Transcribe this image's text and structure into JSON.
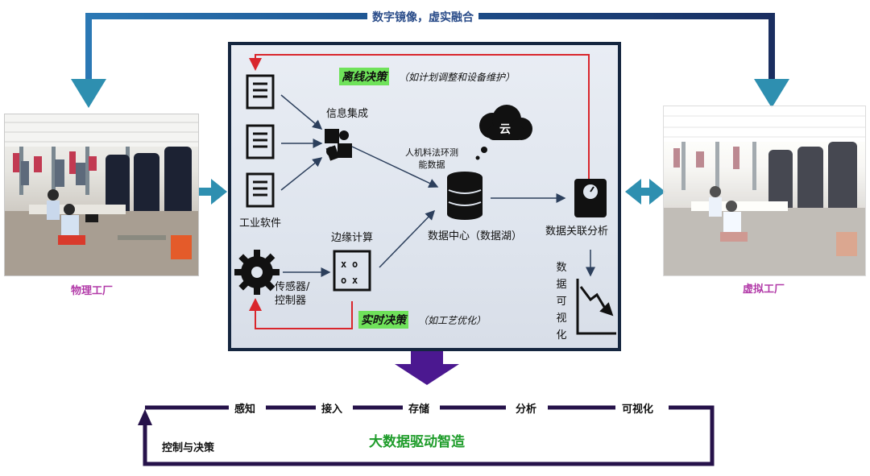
{
  "top_loop": {
    "label": "数字镜像，虚实融合"
  },
  "physical_factory": {
    "caption": "物理工厂"
  },
  "virtual_factory": {
    "caption": "虚拟工厂"
  },
  "panel": {
    "offline_decision": {
      "title": "离线决策",
      "note": "（如计划调整和设备维护）"
    },
    "info_integration": "信息集成",
    "industrial_software": "工业软件",
    "edge_computing": "边缘计算",
    "sensor_controller": [
      "传感器/",
      "控制器"
    ],
    "data_types": [
      "人机料法环测",
      "能数据"
    ],
    "cloud": "云",
    "data_center": "数据中心（数据湖）",
    "correlation_analysis": "数据关联分析",
    "visualization": [
      "数",
      "据",
      "可",
      "视",
      "化"
    ],
    "realtime_decision": {
      "title": "实时决策",
      "note": "（如工艺优化）"
    }
  },
  "bottom_loop": {
    "title": "大数据驱动智造",
    "stages": [
      "感知",
      "接入",
      "存储",
      "分析",
      "可视化"
    ],
    "control": "控制与决策"
  },
  "colors": {
    "top_arrow": "#1c4f8c",
    "panel_border": "#15263f",
    "side_arrow": "#2e8fb0",
    "down_arrow": "#4b1890",
    "feedback": "#d9262c",
    "bottom_loop": "#26124a",
    "highlight": "#6fe25a",
    "caption": "#b23aa8",
    "main_title": "#1e9c2a"
  }
}
